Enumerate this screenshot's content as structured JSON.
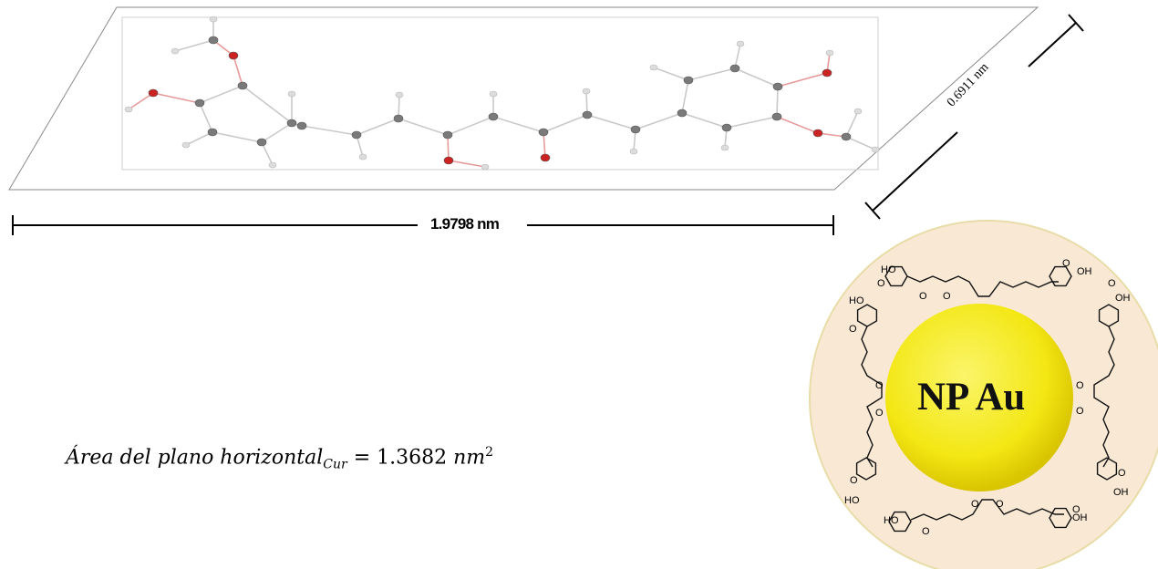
{
  "length_dimension": "1.9798 nm",
  "width_dimension": "0.6911 nm",
  "area_equation": {
    "name": "Área del plano horizontal",
    "subscript": "Cur",
    "equals": "=",
    "value": "1.3682",
    "unit_base": "nm",
    "unit_exponent": "2"
  },
  "nanoparticle_label": "NP Au",
  "ligand_atom_labels": {
    "hydroxyl": "HO",
    "hydroxyl_right": "OH",
    "oxygen": "O"
  },
  "colors": {
    "carbon_atom": "#7a7a7a",
    "oxygen_atom": "#cc2222",
    "hydrogen_atom": "#dcdcdc",
    "gold_core": "#f5ec16",
    "shell": "#f9e9d4"
  },
  "icons": [
    "curcumin-ball-and-stick-model",
    "gold-nanoparticle-icon"
  ]
}
